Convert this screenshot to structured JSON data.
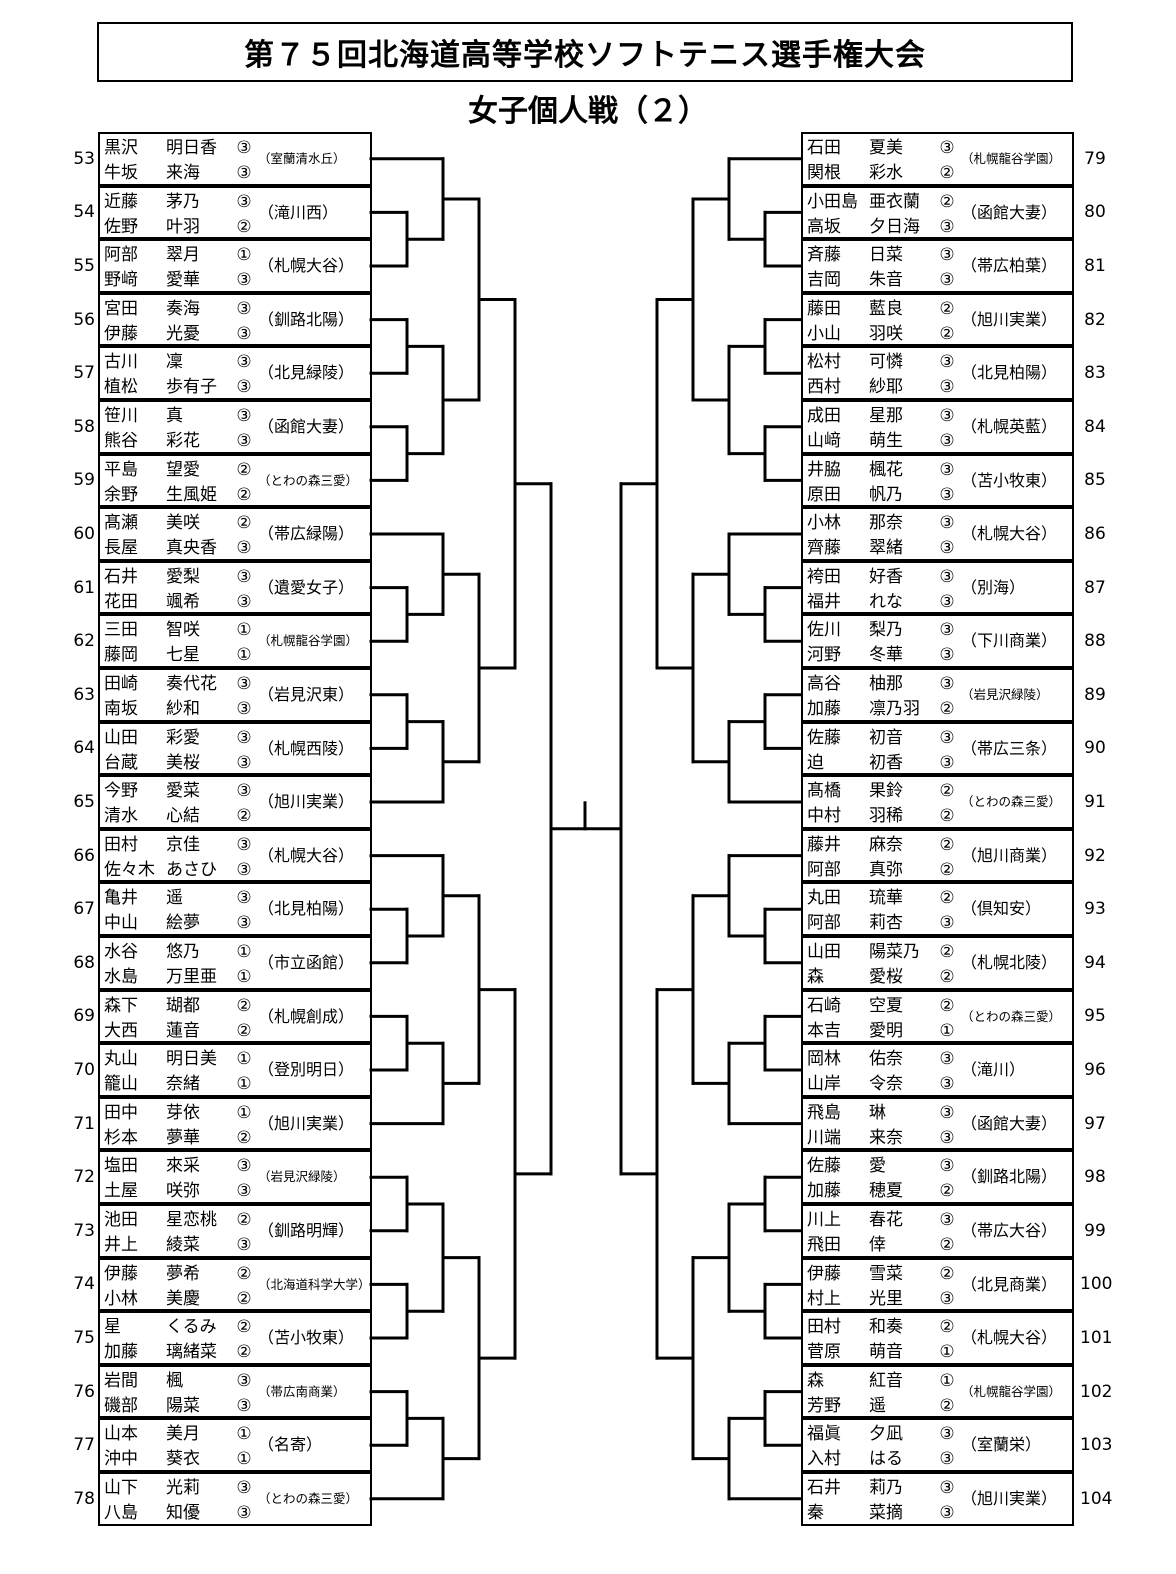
{
  "header": {
    "title": "第７５回北海道高等学校ソフトテニス選手権大会",
    "subtitle": "女子個人戦（２）"
  },
  "left": [
    {
      "no": "53",
      "players": [
        {
          "surname": "黒沢",
          "given": "明日香",
          "grade": "③"
        },
        {
          "surname": "牛坂",
          "given": "来海",
          "grade": "③"
        }
      ],
      "school": "（室蘭清水丘）"
    },
    {
      "no": "54",
      "players": [
        {
          "surname": "近藤",
          "given": "茅乃",
          "grade": "③"
        },
        {
          "surname": "佐野",
          "given": "叶羽",
          "grade": "②"
        }
      ],
      "school": "（滝川西）"
    },
    {
      "no": "55",
      "players": [
        {
          "surname": "阿部",
          "given": "翠月",
          "grade": "①"
        },
        {
          "surname": "野﨑",
          "given": "愛華",
          "grade": "③"
        }
      ],
      "school": "（札幌大谷）"
    },
    {
      "no": "56",
      "players": [
        {
          "surname": "宮田",
          "given": "奏海",
          "grade": "③"
        },
        {
          "surname": "伊藤",
          "given": "光憂",
          "grade": "③"
        }
      ],
      "school": "（釧路北陽）"
    },
    {
      "no": "57",
      "players": [
        {
          "surname": "古川",
          "given": "凜",
          "grade": "③"
        },
        {
          "surname": "植松",
          "given": "歩有子",
          "grade": "③"
        }
      ],
      "school": "（北見緑陵）"
    },
    {
      "no": "58",
      "players": [
        {
          "surname": "笹川",
          "given": "真",
          "grade": "③"
        },
        {
          "surname": "熊谷",
          "given": "彩花",
          "grade": "③"
        }
      ],
      "school": "（函館大妻）"
    },
    {
      "no": "59",
      "players": [
        {
          "surname": "平島",
          "given": "望愛",
          "grade": "②"
        },
        {
          "surname": "余野",
          "given": "生風姫",
          "grade": "②"
        }
      ],
      "school": "（とわの森三愛）"
    },
    {
      "no": "60",
      "players": [
        {
          "surname": "髙瀬",
          "given": "美咲",
          "grade": "②"
        },
        {
          "surname": "長屋",
          "given": "真央香",
          "grade": "③"
        }
      ],
      "school": "（帯広緑陽）"
    },
    {
      "no": "61",
      "players": [
        {
          "surname": "石井",
          "given": "愛梨",
          "grade": "③"
        },
        {
          "surname": "花田",
          "given": "颯希",
          "grade": "③"
        }
      ],
      "school": "（遺愛女子）"
    },
    {
      "no": "62",
      "players": [
        {
          "surname": "三田",
          "given": "智咲",
          "grade": "①"
        },
        {
          "surname": "藤岡",
          "given": "七星",
          "grade": "①"
        }
      ],
      "school": "（札幌龍谷学園）"
    },
    {
      "no": "63",
      "players": [
        {
          "surname": "田崎",
          "given": "奏代花",
          "grade": "③"
        },
        {
          "surname": "南坂",
          "given": "紗和",
          "grade": "③"
        }
      ],
      "school": "（岩見沢東）"
    },
    {
      "no": "64",
      "players": [
        {
          "surname": "山田",
          "given": "彩愛",
          "grade": "③"
        },
        {
          "surname": "台蔵",
          "given": "美桜",
          "grade": "③"
        }
      ],
      "school": "（札幌西陵）"
    },
    {
      "no": "65",
      "players": [
        {
          "surname": "今野",
          "given": "愛菜",
          "grade": "③"
        },
        {
          "surname": "清水",
          "given": "心結",
          "grade": "②"
        }
      ],
      "school": "（旭川実業）"
    },
    {
      "no": "66",
      "players": [
        {
          "surname": "田村",
          "given": "京佳",
          "grade": "③"
        },
        {
          "surname": "佐々木",
          "given": "あさひ",
          "grade": "③"
        }
      ],
      "school": "（札幌大谷）"
    },
    {
      "no": "67",
      "players": [
        {
          "surname": "亀井",
          "given": "遥",
          "grade": "③"
        },
        {
          "surname": "中山",
          "given": "絵夢",
          "grade": "③"
        }
      ],
      "school": "（北見柏陽）"
    },
    {
      "no": "68",
      "players": [
        {
          "surname": "水谷",
          "given": "悠乃",
          "grade": "①"
        },
        {
          "surname": "水島",
          "given": "万里亜",
          "grade": "①"
        }
      ],
      "school": "（市立函館）"
    },
    {
      "no": "69",
      "players": [
        {
          "surname": "森下",
          "given": "瑚都",
          "grade": "②"
        },
        {
          "surname": "大西",
          "given": "蓮音",
          "grade": "②"
        }
      ],
      "school": "（札幌創成）"
    },
    {
      "no": "70",
      "players": [
        {
          "surname": "丸山",
          "given": "明日美",
          "grade": "①"
        },
        {
          "surname": "籠山",
          "given": "奈緒",
          "grade": "①"
        }
      ],
      "school": "（登別明日）"
    },
    {
      "no": "71",
      "players": [
        {
          "surname": "田中",
          "given": "芽依",
          "grade": "①"
        },
        {
          "surname": "杉本",
          "given": "夢華",
          "grade": "②"
        }
      ],
      "school": "（旭川実業）"
    },
    {
      "no": "72",
      "players": [
        {
          "surname": "塩田",
          "given": "來采",
          "grade": "③"
        },
        {
          "surname": "土屋",
          "given": "咲弥",
          "grade": "③"
        }
      ],
      "school": "（岩見沢緑陵）"
    },
    {
      "no": "73",
      "players": [
        {
          "surname": "池田",
          "given": "星恋桃",
          "grade": "②"
        },
        {
          "surname": "井上",
          "given": "綾菜",
          "grade": "③"
        }
      ],
      "school": "（釧路明輝）"
    },
    {
      "no": "74",
      "players": [
        {
          "surname": "伊藤",
          "given": "夢希",
          "grade": "②"
        },
        {
          "surname": "小林",
          "given": "美慶",
          "grade": "②"
        }
      ],
      "school": "（北海道科学大学）"
    },
    {
      "no": "75",
      "players": [
        {
          "surname": "星",
          "given": "くるみ",
          "grade": "②"
        },
        {
          "surname": "加藤",
          "given": "璃緒菜",
          "grade": "②"
        }
      ],
      "school": "（苫小牧東）"
    },
    {
      "no": "76",
      "players": [
        {
          "surname": "岩間",
          "given": "楓",
          "grade": "③"
        },
        {
          "surname": "磯部",
          "given": "陽菜",
          "grade": "③"
        }
      ],
      "school": "（帯広南商業）"
    },
    {
      "no": "77",
      "players": [
        {
          "surname": "山本",
          "given": "美月",
          "grade": "①"
        },
        {
          "surname": "沖中",
          "given": "葵衣",
          "grade": "①"
        }
      ],
      "school": "（名寄）"
    },
    {
      "no": "78",
      "players": [
        {
          "surname": "山下",
          "given": "光莉",
          "grade": "③"
        },
        {
          "surname": "八島",
          "given": "知優",
          "grade": "③"
        }
      ],
      "school": "（とわの森三愛）"
    }
  ],
  "right": [
    {
      "no": "79",
      "players": [
        {
          "surname": "石田",
          "given": "夏美",
          "grade": "③"
        },
        {
          "surname": "関根",
          "given": "彩水",
          "grade": "②"
        }
      ],
      "school": "（札幌龍谷学園）"
    },
    {
      "no": "80",
      "players": [
        {
          "surname": "小田島",
          "given": "亜衣蘭",
          "grade": "②"
        },
        {
          "surname": "高坂",
          "given": "夕日海",
          "grade": "③"
        }
      ],
      "school": "（函館大妻）"
    },
    {
      "no": "81",
      "players": [
        {
          "surname": "斉藤",
          "given": "日菜",
          "grade": "③"
        },
        {
          "surname": "吉岡",
          "given": "朱音",
          "grade": "③"
        }
      ],
      "school": "（帯広柏葉）"
    },
    {
      "no": "82",
      "players": [
        {
          "surname": "藤田",
          "given": "藍良",
          "grade": "②"
        },
        {
          "surname": "小山",
          "given": "羽咲",
          "grade": "②"
        }
      ],
      "school": "（旭川実業）"
    },
    {
      "no": "83",
      "players": [
        {
          "surname": "松村",
          "given": "可憐",
          "grade": "③"
        },
        {
          "surname": "西村",
          "given": "紗耶",
          "grade": "③"
        }
      ],
      "school": "（北見柏陽）"
    },
    {
      "no": "84",
      "players": [
        {
          "surname": "成田",
          "given": "星那",
          "grade": "③"
        },
        {
          "surname": "山﨑",
          "given": "萌生",
          "grade": "③"
        }
      ],
      "school": "（札幌英藍）"
    },
    {
      "no": "85",
      "players": [
        {
          "surname": "井脇",
          "given": "楓花",
          "grade": "③"
        },
        {
          "surname": "原田",
          "given": "帆乃",
          "grade": "③"
        }
      ],
      "school": "（苫小牧東）"
    },
    {
      "no": "86",
      "players": [
        {
          "surname": "小林",
          "given": "那奈",
          "grade": "③"
        },
        {
          "surname": "齊藤",
          "given": "翠緒",
          "grade": "③"
        }
      ],
      "school": "（札幌大谷）"
    },
    {
      "no": "87",
      "players": [
        {
          "surname": "袴田",
          "given": "好香",
          "grade": "③"
        },
        {
          "surname": "福井",
          "given": "れな",
          "grade": "③"
        }
      ],
      "school": "（別海）"
    },
    {
      "no": "88",
      "players": [
        {
          "surname": "佐川",
          "given": "梨乃",
          "grade": "③"
        },
        {
          "surname": "河野",
          "given": "冬華",
          "grade": "③"
        }
      ],
      "school": "（下川商業）"
    },
    {
      "no": "89",
      "players": [
        {
          "surname": "高谷",
          "given": "柚那",
          "grade": "③"
        },
        {
          "surname": "加藤",
          "given": "凛乃羽",
          "grade": "②"
        }
      ],
      "school": "（岩見沢緑陵）"
    },
    {
      "no": "90",
      "players": [
        {
          "surname": "佐藤",
          "given": "初音",
          "grade": "③"
        },
        {
          "surname": "迫",
          "given": "初香",
          "grade": "③"
        }
      ],
      "school": "（帯広三条）"
    },
    {
      "no": "91",
      "players": [
        {
          "surname": "髙橋",
          "given": "果鈴",
          "grade": "②"
        },
        {
          "surname": "中村",
          "given": "羽稀",
          "grade": "②"
        }
      ],
      "school": "（とわの森三愛）"
    },
    {
      "no": "92",
      "players": [
        {
          "surname": "藤井",
          "given": "麻奈",
          "grade": "②"
        },
        {
          "surname": "阿部",
          "given": "真弥",
          "grade": "②"
        }
      ],
      "school": "（旭川商業）"
    },
    {
      "no": "93",
      "players": [
        {
          "surname": "丸田",
          "given": "琉華",
          "grade": "②"
        },
        {
          "surname": "阿部",
          "given": "莉杏",
          "grade": "③"
        }
      ],
      "school": "（倶知安）"
    },
    {
      "no": "94",
      "players": [
        {
          "surname": "山田",
          "given": "陽菜乃",
          "grade": "②"
        },
        {
          "surname": "森",
          "given": "愛桜",
          "grade": "②"
        }
      ],
      "school": "（札幌北陵）"
    },
    {
      "no": "95",
      "players": [
        {
          "surname": "石崎",
          "given": "空夏",
          "grade": "②"
        },
        {
          "surname": "本吉",
          "given": "愛明",
          "grade": "①"
        }
      ],
      "school": "（とわの森三愛）"
    },
    {
      "no": "96",
      "players": [
        {
          "surname": "岡林",
          "given": "佑奈",
          "grade": "③"
        },
        {
          "surname": "山岸",
          "given": "令奈",
          "grade": "③"
        }
      ],
      "school": "（滝川）"
    },
    {
      "no": "97",
      "players": [
        {
          "surname": "飛島",
          "given": "琳",
          "grade": "③"
        },
        {
          "surname": "川端",
          "given": "来奈",
          "grade": "③"
        }
      ],
      "school": "（函館大妻）"
    },
    {
      "no": "98",
      "players": [
        {
          "surname": "佐藤",
          "given": "愛",
          "grade": "③"
        },
        {
          "surname": "加藤",
          "given": "穂夏",
          "grade": "②"
        }
      ],
      "school": "（釧路北陽）"
    },
    {
      "no": "99",
      "players": [
        {
          "surname": "川上",
          "given": "春花",
          "grade": "③"
        },
        {
          "surname": "飛田",
          "given": "倖",
          "grade": "②"
        }
      ],
      "school": "（帯広大谷）"
    },
    {
      "no": "100",
      "players": [
        {
          "surname": "伊藤",
          "given": "雪菜",
          "grade": "②"
        },
        {
          "surname": "村上",
          "given": "光里",
          "grade": "③"
        }
      ],
      "school": "（北見商業）"
    },
    {
      "no": "101",
      "players": [
        {
          "surname": "田村",
          "given": "和奏",
          "grade": "②"
        },
        {
          "surname": "菅原",
          "given": "萌音",
          "grade": "①"
        }
      ],
      "school": "（札幌大谷）"
    },
    {
      "no": "102",
      "players": [
        {
          "surname": "森",
          "given": "紅音",
          "grade": "①"
        },
        {
          "surname": "芳野",
          "given": "遥",
          "grade": "②"
        }
      ],
      "school": "（札幌龍谷学園）"
    },
    {
      "no": "103",
      "players": [
        {
          "surname": "福眞",
          "given": "夕凪",
          "grade": "③"
        },
        {
          "surname": "入村",
          "given": "はる",
          "grade": "③"
        }
      ],
      "school": "（室蘭栄）"
    },
    {
      "no": "104",
      "players": [
        {
          "surname": "石井",
          "given": "莉乃",
          "grade": "③"
        },
        {
          "surname": "秦",
          "given": "菜摘",
          "grade": "③"
        }
      ],
      "school": "（旭川実業）"
    }
  ]
}
